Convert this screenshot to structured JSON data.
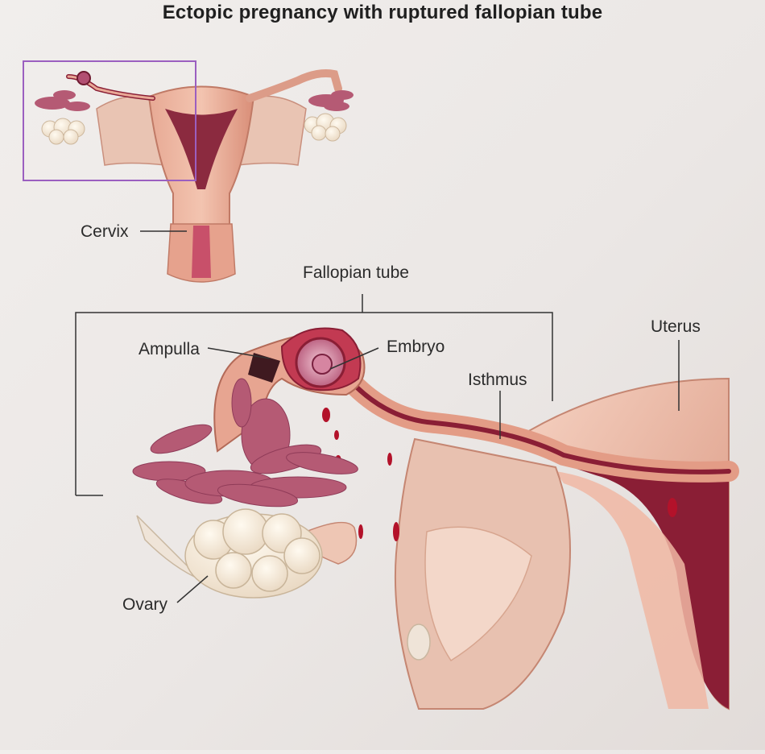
{
  "figure": {
    "title": "Ectopic pregnancy with ruptured fallopian tube"
  },
  "labels": {
    "cervix": "Cervix",
    "fallopian_tube": "Fallopian tube",
    "ampulla": "Ampulla",
    "embryo": "Embryo",
    "isthmus": "Isthmus",
    "uterus": "Uterus",
    "ovary": "Ovary"
  },
  "colors": {
    "tissue_light": "#f2c6b4",
    "tissue_mid": "#e3a08d",
    "tissue_dark": "#8a1e35",
    "blood": "#b3122a",
    "fimbriae": "#b55a74",
    "ovary": "#f7eedf",
    "inset_frame": "#9b5fc0"
  }
}
